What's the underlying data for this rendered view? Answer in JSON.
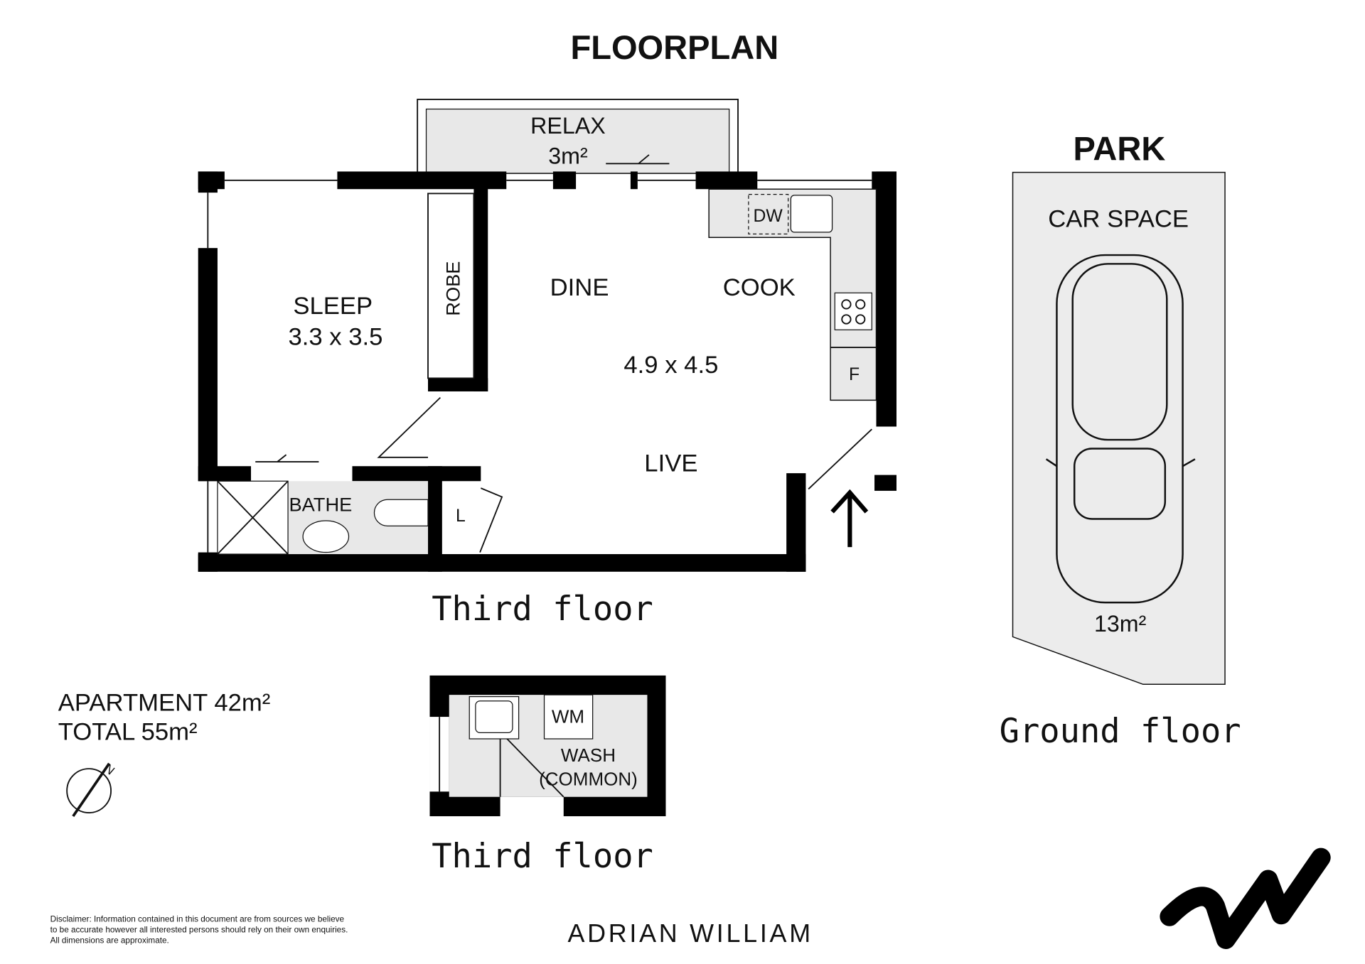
{
  "title": "FLOORPLAN",
  "main_plan": {
    "rooms": {
      "relax": {
        "name": "RELAX",
        "size": "3m²"
      },
      "sleep": {
        "name": "SLEEP",
        "size": "3.3 x 3.5"
      },
      "robe": "ROBE",
      "dine": "DINE",
      "cook": "COOK",
      "living_size": "4.9 x 4.5",
      "live": "LIVE",
      "bathe": "BATHE",
      "linen": "L",
      "dishwasher": "DW",
      "fridge": "F"
    },
    "caption": "Third floor"
  },
  "laundry_plan": {
    "washing_machine": "WM",
    "wash": "WASH",
    "common": "(COMMON)",
    "caption": "Third floor"
  },
  "parking": {
    "heading": "PARK",
    "name": "CAR SPACE",
    "size": "13m²",
    "caption": "Ground floor"
  },
  "areas": {
    "apartment": "APARTMENT 42m²",
    "total": "TOTAL 55m²"
  },
  "compass": {
    "label": "N"
  },
  "disclaimer": [
    "Disclaimer: Information contained in this document are from sources we believe",
    "to be accurate however all interested persons should rely on their own enquiries.",
    "All dimensions are approximate."
  ],
  "brand": "ADRIAN WILLIAM"
}
